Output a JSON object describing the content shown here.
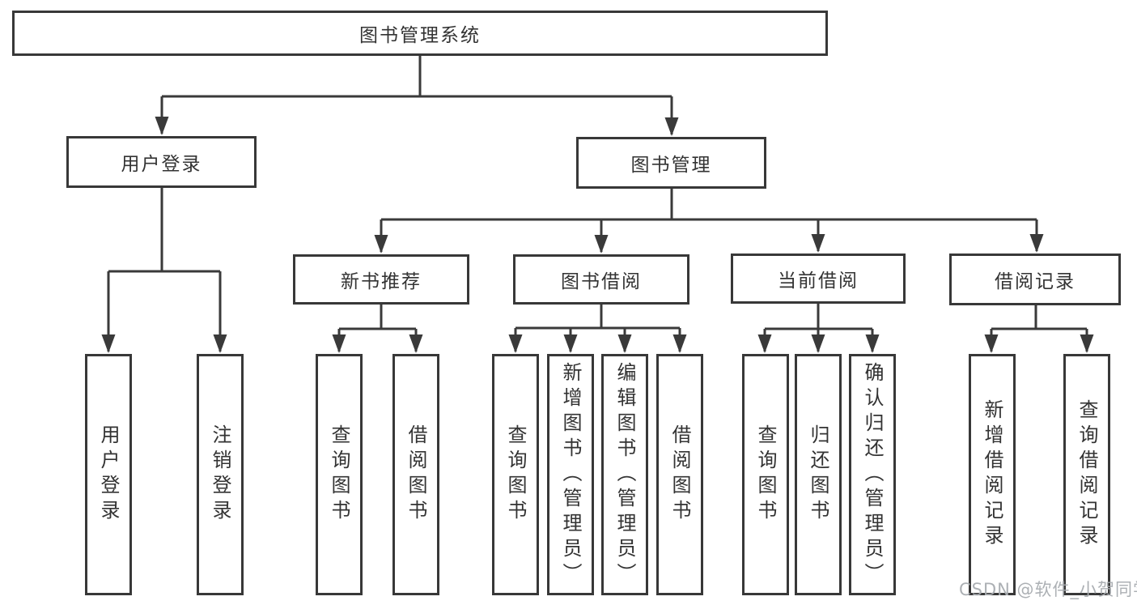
{
  "diagram": {
    "root": {
      "label": "图书管理系统"
    },
    "branches": [
      {
        "label": "用户登录",
        "children": [
          {
            "label": "用户登录"
          },
          {
            "label": "注销登录"
          }
        ]
      },
      {
        "label": "图书管理",
        "children": [
          {
            "label": "新书推荐",
            "children": [
              {
                "label": "查询图书"
              },
              {
                "label": "借阅图书"
              }
            ]
          },
          {
            "label": "图书借阅",
            "children": [
              {
                "label": "查询图书"
              },
              {
                "label": "新增图书（管理员）"
              },
              {
                "label": "编辑图书（管理员）"
              },
              {
                "label": "借阅图书"
              }
            ]
          },
          {
            "label": "当前借阅",
            "children": [
              {
                "label": "查询图书"
              },
              {
                "label": "归还图书"
              },
              {
                "label": "确认归还（管理员）"
              }
            ]
          },
          {
            "label": "借阅记录",
            "children": [
              {
                "label": "新增借阅记录"
              },
              {
                "label": "查询借阅记录"
              }
            ]
          }
        ]
      }
    ]
  },
  "watermark": {
    "text": "CSDN @软件_小贺同学"
  },
  "colors": {
    "background": "#ffffff",
    "line": "#3a3a3a",
    "box_border": "#383838",
    "text": "#333333",
    "watermark": "#a8acb0"
  }
}
